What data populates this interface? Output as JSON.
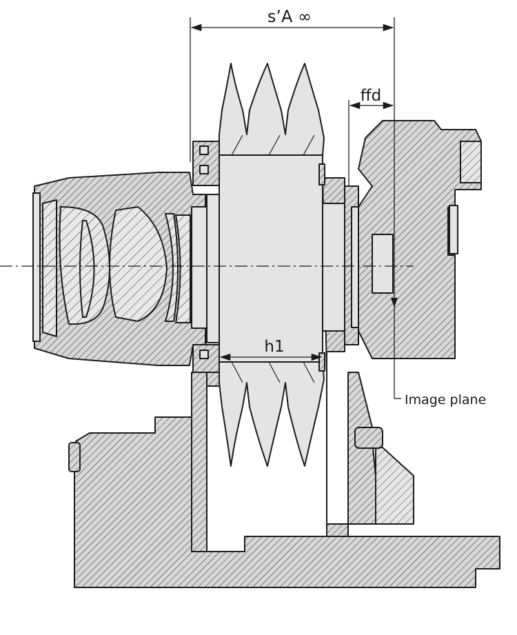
{
  "labels": {
    "sa_inf": "s’A ∞",
    "ffd": "ffd",
    "h1": "h1",
    "image_plane": "Image plane"
  },
  "colors": {
    "line": "#1a1a1a",
    "fill_light": "#e4e4e4",
    "background": "#ffffff"
  }
}
